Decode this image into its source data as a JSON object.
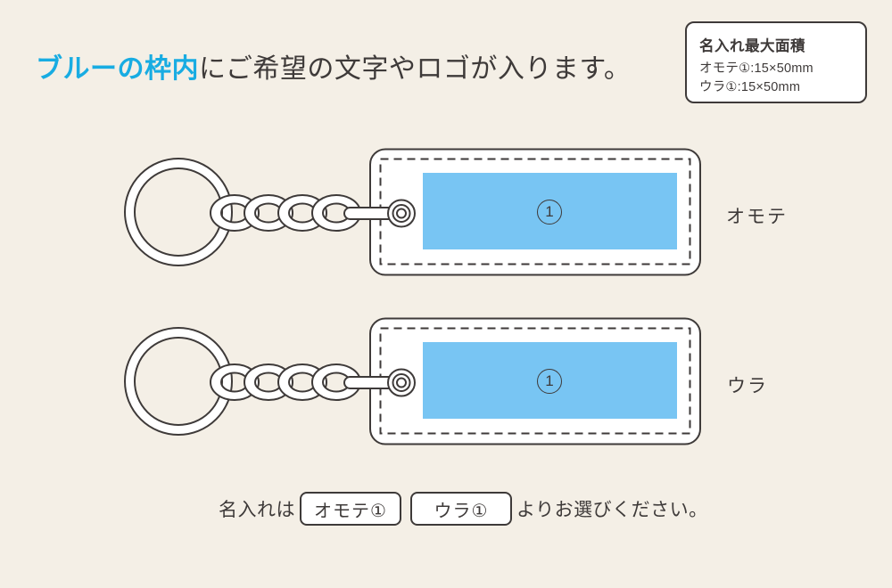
{
  "colors": {
    "background": "#f4efe6",
    "line": "#3e3a39",
    "accent_blue": "#18ace2",
    "print_area_blue": "#78c5f3"
  },
  "heading": {
    "highlight": "ブルーの枠内",
    "rest": "にご希望の文字やロゴが入ります。"
  },
  "info_box": {
    "title": "名入れ最大面積",
    "front_line": "オモテ①:15×50mm",
    "back_line": "ウラ①:15×50mm"
  },
  "keychains": [
    {
      "side_label": "オモテ",
      "print_area_number": "1"
    },
    {
      "side_label": "ウラ",
      "print_area_number": "1"
    }
  ],
  "footer": {
    "prefix": "名入れは",
    "option_front": "オモテ①",
    "option_back": "ウラ①",
    "suffix": "よりお選びください。"
  }
}
